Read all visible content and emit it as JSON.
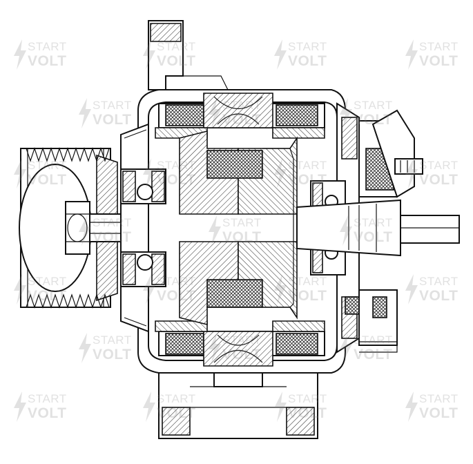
{
  "watermark": {
    "line1": "START",
    "line2": "VOLT",
    "color": "#7a7a7a"
  },
  "drawing": {
    "subject": "alternator cross-section",
    "line_color": "#111111",
    "background": "#ffffff"
  }
}
